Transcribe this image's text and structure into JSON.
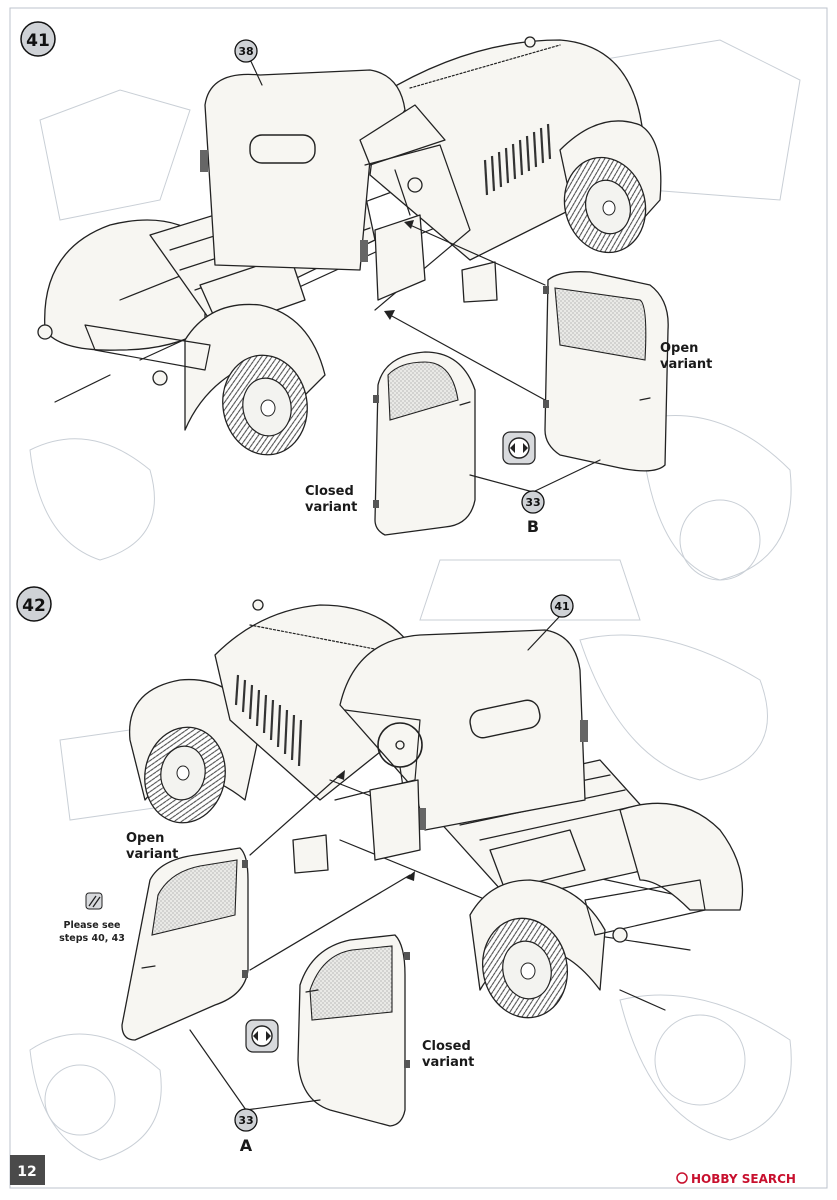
{
  "page": {
    "number": "12"
  },
  "steps": [
    {
      "number": "41",
      "parts": [
        "38",
        "33"
      ],
      "labels": {
        "open_line1": "Open",
        "open_line2": "variant",
        "closed_line1": "Closed",
        "closed_line2": "variant",
        "door_letter": "B"
      }
    },
    {
      "number": "42",
      "parts": [
        "41",
        "33"
      ],
      "labels": {
        "open_line1": "Open",
        "open_line2": "variant",
        "closed_line1": "Closed",
        "closed_line2": "variant",
        "door_letter": "A",
        "note_line1": "Please see",
        "note_line2": "steps 40, 43"
      }
    }
  ],
  "icons": {
    "choice": "alternative-choice-icon",
    "reference": "painting-reference-icon"
  },
  "watermark": {
    "text": "HOBBY SEARCH",
    "color": "#c8102e"
  }
}
